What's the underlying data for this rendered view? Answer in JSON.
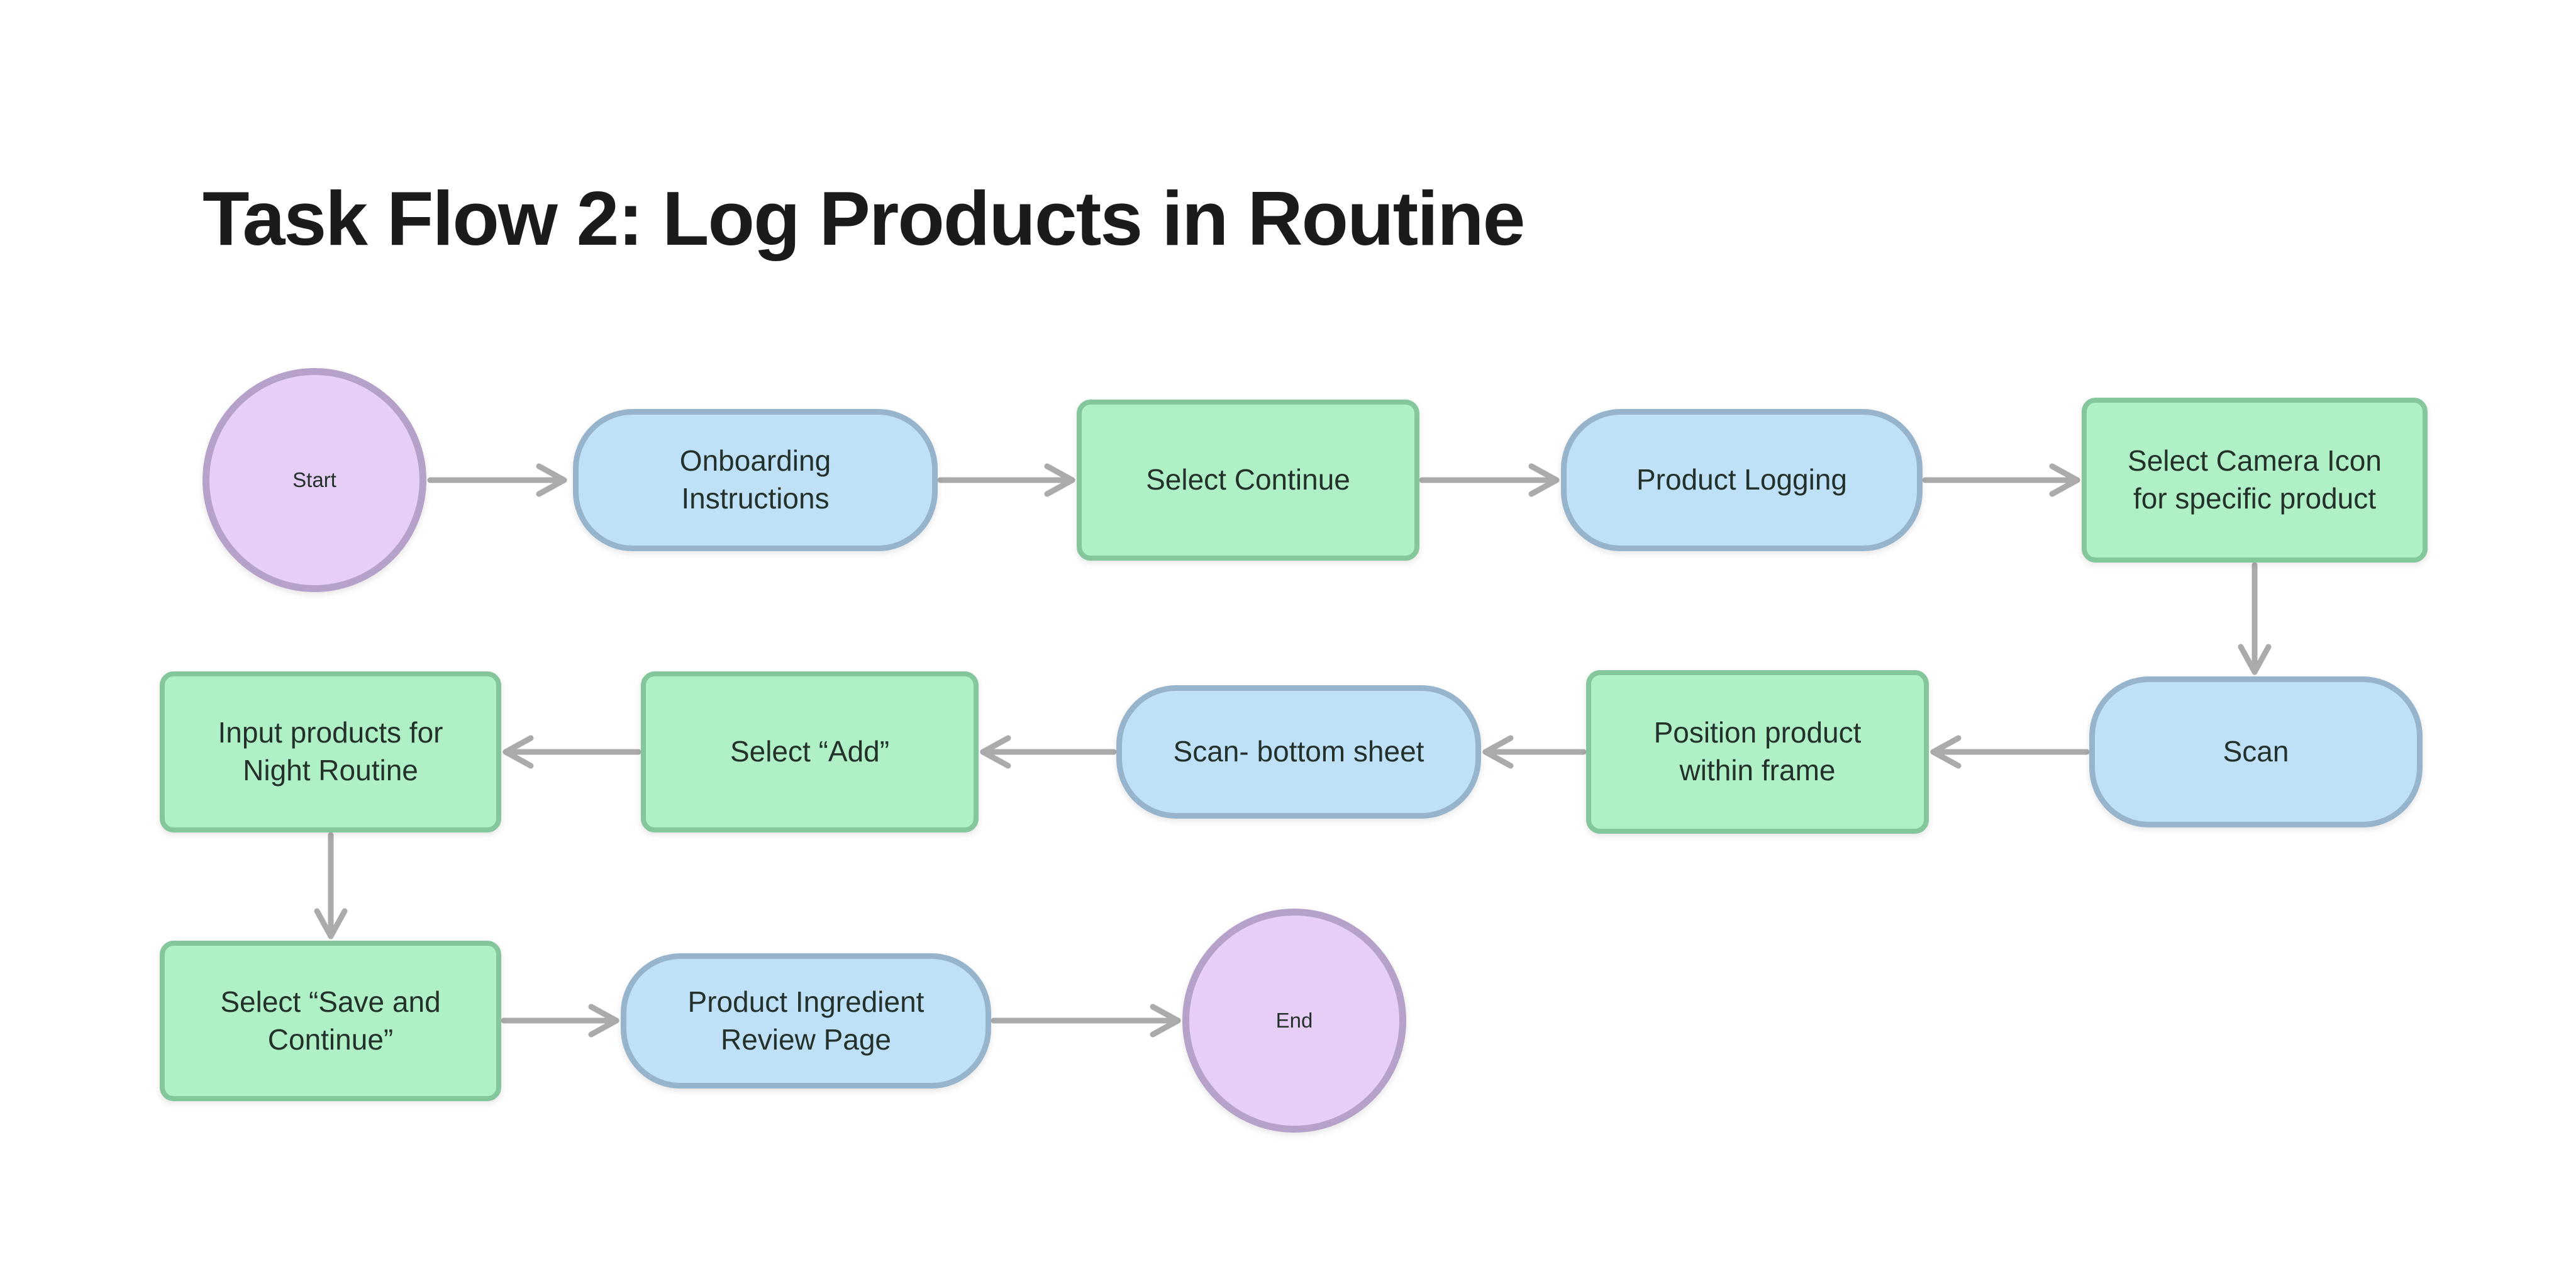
{
  "page": {
    "title": "Task Flow 2: Log Products in Routine"
  },
  "palette": {
    "canvas_bg": "#FFFFFF",
    "title_color": "#1B1B1B",
    "node_text": "#24312B",
    "start_end_fill": "#E6CEF6",
    "start_end_border": "#B5A1C9",
    "screen_fill": "#BEE1F8",
    "screen_border": "#96B4CC",
    "action_fill": "#AFF0C7",
    "action_border": "#85C79D",
    "arrow": "#ABABAB"
  },
  "nodes": [
    {
      "id": "start",
      "type": "terminator",
      "label": "Start"
    },
    {
      "id": "onboarding",
      "type": "screen",
      "label": "Onboarding Instructions"
    },
    {
      "id": "select-continue",
      "type": "action",
      "label": "Select Continue"
    },
    {
      "id": "product-logging",
      "type": "screen",
      "label": "Product Logging"
    },
    {
      "id": "select-camera",
      "type": "action",
      "label": "Select Camera Icon for specific product"
    },
    {
      "id": "scan",
      "type": "screen",
      "label": "Scan"
    },
    {
      "id": "position-product",
      "type": "action",
      "label": "Position product within frame"
    },
    {
      "id": "scan-bottom-sheet",
      "type": "screen",
      "label": "Scan- bottom sheet"
    },
    {
      "id": "select-add",
      "type": "action",
      "label": "Select “Add”"
    },
    {
      "id": "input-products",
      "type": "action",
      "label": "Input products for Night Routine"
    },
    {
      "id": "select-save",
      "type": "action",
      "label": "Select “Save and Continue”"
    },
    {
      "id": "product-ingredient-review",
      "type": "screen",
      "label": "Product Ingredient Review Page"
    },
    {
      "id": "end",
      "type": "terminator",
      "label": "End"
    }
  ],
  "edges": [
    {
      "from": "start",
      "to": "onboarding"
    },
    {
      "from": "onboarding",
      "to": "select-continue"
    },
    {
      "from": "select-continue",
      "to": "product-logging"
    },
    {
      "from": "product-logging",
      "to": "select-camera"
    },
    {
      "from": "select-camera",
      "to": "scan"
    },
    {
      "from": "scan",
      "to": "position-product"
    },
    {
      "from": "position-product",
      "to": "scan-bottom-sheet"
    },
    {
      "from": "scan-bottom-sheet",
      "to": "select-add"
    },
    {
      "from": "select-add",
      "to": "input-products"
    },
    {
      "from": "input-products",
      "to": "select-save"
    },
    {
      "from": "select-save",
      "to": "product-ingredient-review"
    },
    {
      "from": "product-ingredient-review",
      "to": "end"
    }
  ]
}
